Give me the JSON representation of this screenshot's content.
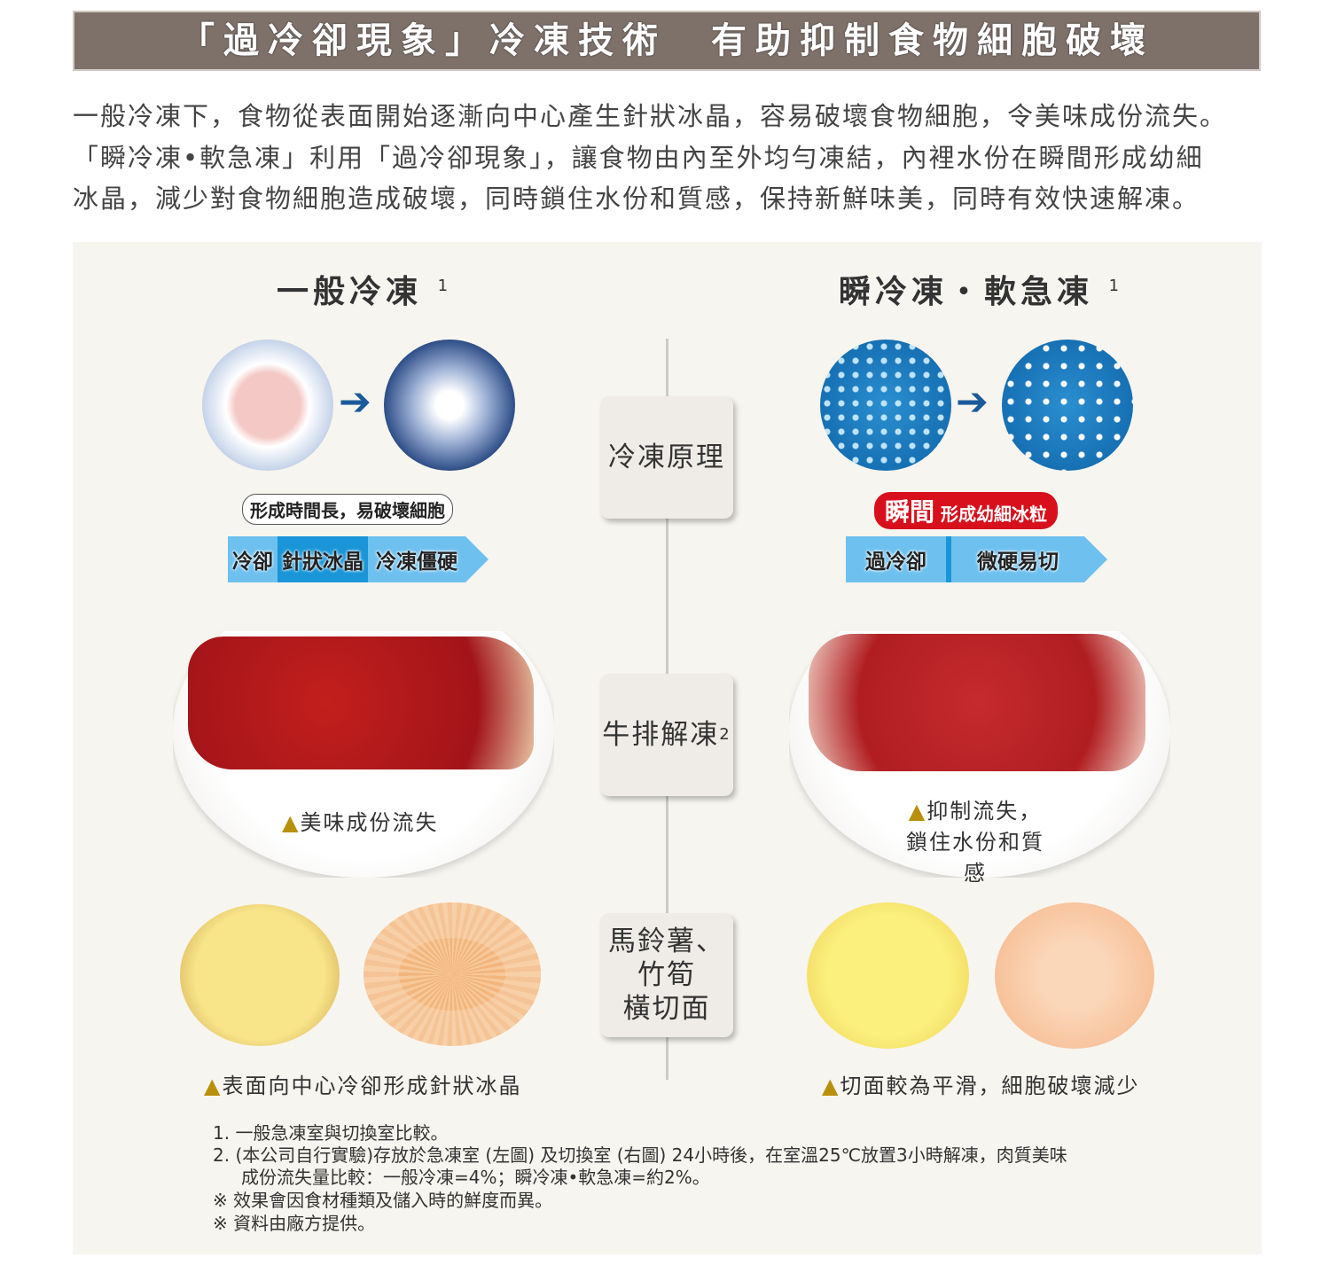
{
  "header": {
    "title": "「過冷卻現象」冷凍技術　有助抑制食物細胞破壞"
  },
  "intro": [
    "一般冷凍下，食物從表面開始逐漸向中心產生針狀冰晶，容易破壞食物細胞，令美味成份流失。",
    "「瞬冷凍•軟急凍」利用「過冷卻現象」，讓食物由內至外均勻凍結，內裡水份在瞬間形成幼細",
    "冰晶，減少對食物細胞造成破壞，同時鎖住水份和質感，保持新鮮味美，同時有效快速解凍。"
  ],
  "left": {
    "title": "一般冷凍",
    "sup": "1",
    "bubble": "形成時間長，易破壞細胞",
    "stages": [
      "冷卻",
      "針狀冰晶",
      "冷凍僵硬"
    ],
    "steak_caption": "美味成份流失",
    "veg_caption": "表面向中心冷卻形成針狀冰晶"
  },
  "right": {
    "title": "瞬冷凍・軟急凍",
    "sup": "1",
    "bubble_em": "瞬間",
    "bubble": "形成幼細冰粒",
    "stages": [
      "過冷卻",
      "微硬易切"
    ],
    "steak_caption_1": "抑制流失，",
    "steak_caption_2": "鎖住水份和質感",
    "veg_caption": "切面較為平滑，細胞破壞減少"
  },
  "middle": {
    "principle": "冷凍原理",
    "steak": "牛排解凍",
    "steak_sup": "2",
    "veg_1": "馬鈴薯、",
    "veg_2": "竹筍",
    "veg_3": "橫切面"
  },
  "triangle": "▲",
  "notes": [
    "1. 一般急凍室與切換室比較。",
    "2. (本公司自行實驗)存放於急凍室 (左圖) 及切換室 (右圖) 24小時後，在室溫25℃放置3小時解凍，肉質美味",
    "成份流失量比較：一般冷凍=4%；瞬冷凍•軟急凍=約2%。",
    "※  效果會因食材種類及儲入時的鮮度而異。",
    "※  資料由廠方提供。"
  ],
  "colors": {
    "header": "#7e716a",
    "panel": "#f7f5ef",
    "blue": "#6ec1ef",
    "blue_dark": "#1a96d8",
    "red": "#d8101c"
  }
}
